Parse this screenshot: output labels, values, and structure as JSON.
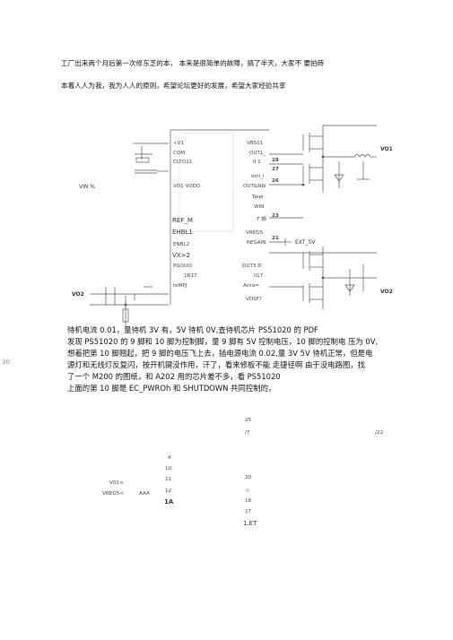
{
  "header": {
    "line1": "工厂出来两个月后第一次修东芝的本， 本来是很简单的故障，搞了半天，大家不 要拍砖",
    "line2": "本着人人为我，我为人人的原则，希望论坛更好的发展，希望大家经验共享"
  },
  "schematic1": {
    "left_col": [
      "<V1",
      "COM",
      "CLTO11",
      "VO1 VODO",
      "REF_M",
      "EHBL1",
      "ENBL2",
      "VX>2",
      "PGOOO",
      "1R17",
      "roMPJ"
    ],
    "mid_col": [
      "VBS11",
      "OUT1_",
      "II 1",
      "oini_i",
      "OUT&NbI",
      "Taipi",
      "WIN",
      "T 姊",
      "VREG5",
      "REGAIN",
      "OUT3 D",
      "ii17",
      "Airra=",
      "VDSF?"
    ],
    "pins": [
      "28",
      "27",
      "26",
      "23",
      "21"
    ],
    "vin_label": "VIN %",
    "vo1_label": "VO1",
    "vo2_label": "VO2",
    "vo2_left_label": "VO2",
    "ext_label": "EXT_5V"
  },
  "body": {
    "lines": [
      "待机电流 0.01，量待机 3V 有，5V 待机 0V,查待机芯片 PS51020 的 PDF",
      "发现 PS51020 的 9 脚和 10 脚为控制脚，量 9 脚有 5V 控制电压，10 脚的控制电 压为 0V,",
      "想着把第 10 脚翘起，把 9 脚的电压飞上去，插电源电流 0.02,量 3V 5V 待机正常，但是电",
      "源灯和无线灯反复闪，按开机键没作用，汗了，看来修板不能 走捷径啊 由于没电路图，找",
      "了一个 M200 的图纸，和 A202 用的芯片差不多，看 PS51020",
      "上面的第 10 脚是 EC_PWROh 和 SHUTDOWN 共同控制的，"
    ],
    "margin_number": "30"
  },
  "schematic2": {
    "top_right": [
      "25",
      "/7",
      "/22"
    ],
    "mid_nums": [
      "4",
      "1U",
      "11",
      "12",
      "1A"
    ],
    "left_labels": [
      "V02<",
      "VREG5<",
      "AAA"
    ],
    "right_nums": [
      "20",
      "∩",
      "18",
      "17",
      "1.ET"
    ]
  }
}
